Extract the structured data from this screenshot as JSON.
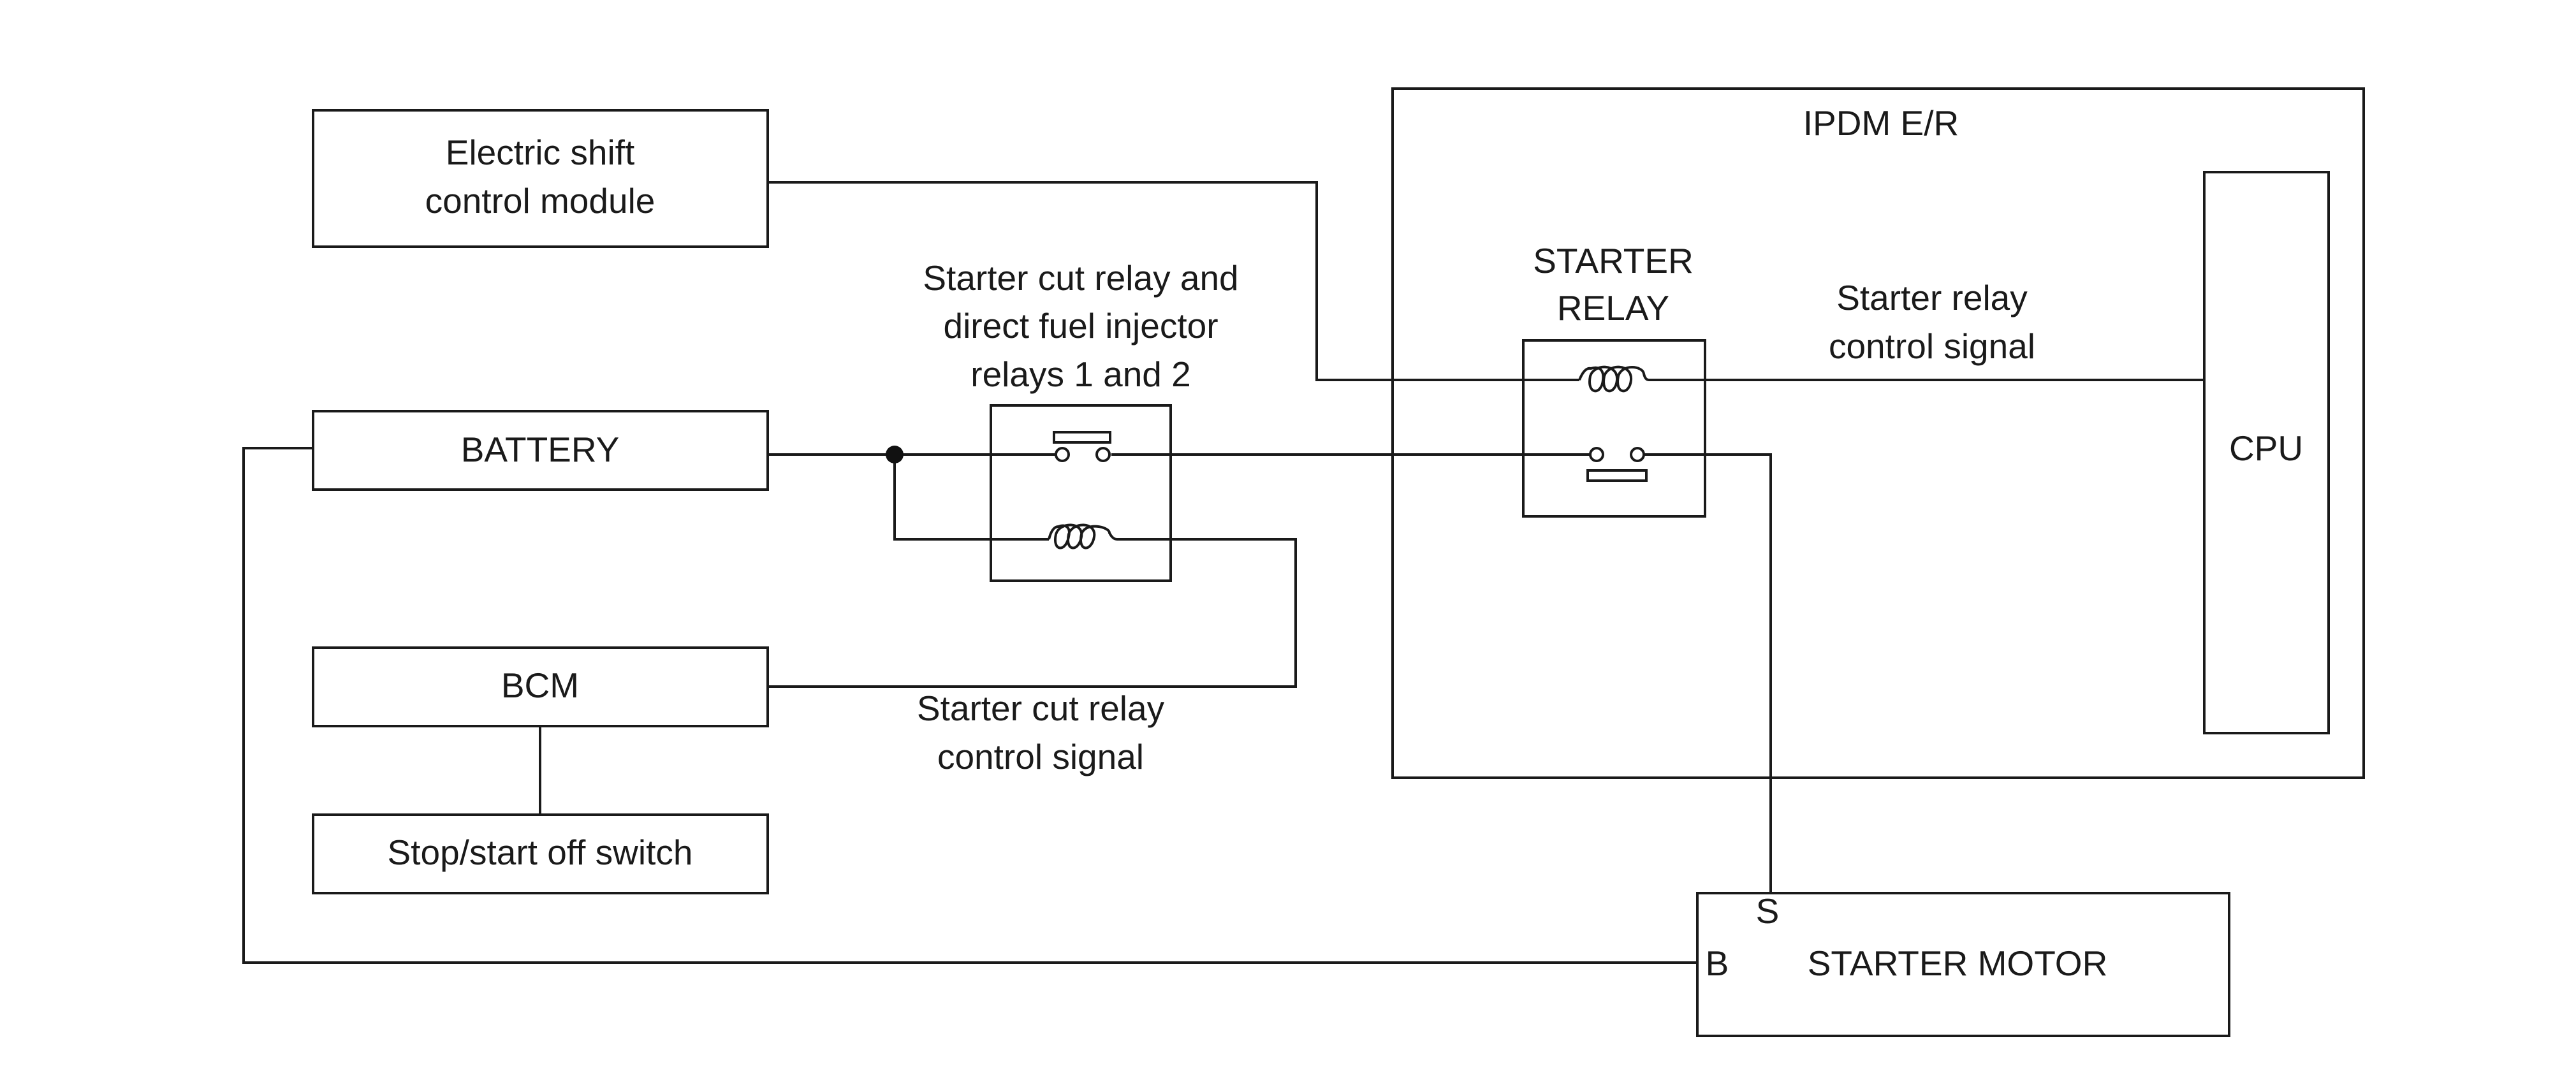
{
  "labels": {
    "electric_shift_line1": "Electric shift",
    "electric_shift_line2": "control module",
    "battery": "BATTERY",
    "bcm": "BCM",
    "stop_start_switch": "Stop/start off switch",
    "starter_cut_relay_line1": "Starter cut relay and",
    "starter_cut_relay_line2": "direct fuel injector",
    "starter_cut_relay_line3": "relays 1 and 2",
    "cut_relay_signal_line1": "Starter cut relay",
    "cut_relay_signal_line2": "control signal",
    "ipdm": "IPDM E/R",
    "starter_relay_line1": "STARTER",
    "starter_relay_line2": "RELAY",
    "starter_relay_signal_line1": "Starter relay",
    "starter_relay_signal_line2": "control signal",
    "cpu": "CPU",
    "starter_motor": "STARTER MOTOR",
    "terminal_s": "S",
    "terminal_b": "B"
  }
}
